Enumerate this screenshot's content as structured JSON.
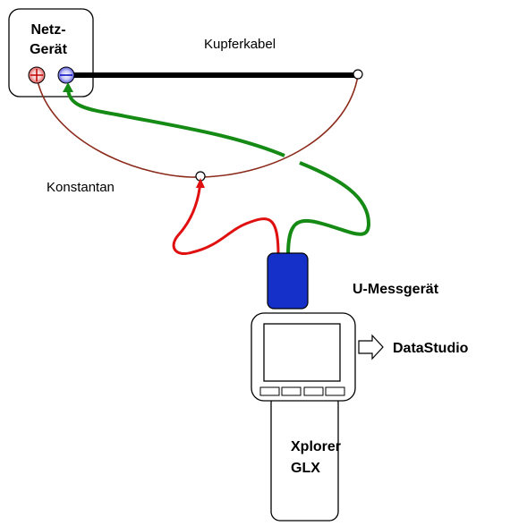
{
  "power_supply": {
    "line1": "Netz-",
    "line2": "Gerät"
  },
  "copper_cable": {
    "label": "Kupferkabel"
  },
  "constantan_wire": {
    "label": "Konstantan"
  },
  "voltage_meter": {
    "label": "U-Messgerät"
  },
  "export": {
    "label": "DataStudio"
  },
  "xplorer": {
    "line1": "Xplorer",
    "line2": "GLX"
  },
  "colors": {
    "plus_terminal": "#e03030",
    "minus_terminal": "#2a2ae0",
    "constantan": "#8b2a1a",
    "red_lead": "#e01010",
    "green_lead": "#158a15",
    "sensor": "#1530c8",
    "copper": "#000000"
  }
}
